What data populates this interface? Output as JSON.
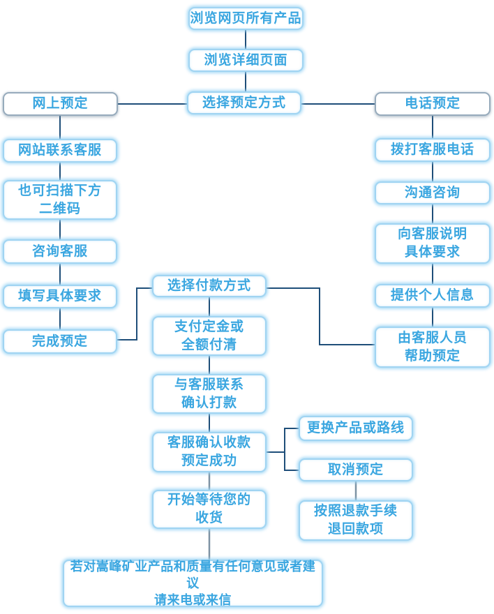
{
  "flowchart": {
    "top": {
      "browse_all": "浏览网页所有产品",
      "browse_detail": "浏览详细页面"
    },
    "choose_row": {
      "online_booking": "网上预定",
      "choose_method": "选择预定方式",
      "phone_booking": "电话预定"
    },
    "left_column": {
      "contact_service": "网站联系客服",
      "scan_qr": "也可扫描下方\n二维码",
      "consult_service": "咨询客服",
      "fill_requirements": "填写具体要求",
      "complete_booking": "完成预定"
    },
    "right_column": {
      "dial_service": "拨打客服电话",
      "communicate": "沟通咨询",
      "explain_requirements": "向客服说明\n具体要求",
      "provide_info": "提供个人信息",
      "service_assist": "由客服人员\n帮助预定"
    },
    "middle_column": {
      "choose_payment": "选择付款方式",
      "pay_deposit": "支付定金或\n全额付清",
      "confirm_transfer": "与客服联系\n确认打款",
      "confirm_received": "客服确认收款\n预定成功",
      "wait_delivery": "开始等待您的\n收货"
    },
    "branches": {
      "change_product": "更换产品或路线",
      "cancel_booking": "取消预定",
      "refund": "按照退款手续\n退回款项"
    },
    "footer": {
      "feedback": "若对嵩峰矿业产品和质量有任何意见或者建议\n请来电或来信"
    },
    "colors": {
      "text_blue": "#3aa6e0",
      "border_blue": "#a0d4f2",
      "border_gray": "#97abbc",
      "line_dark": "#1e4e79",
      "line_gray": "#7e93a4"
    }
  }
}
